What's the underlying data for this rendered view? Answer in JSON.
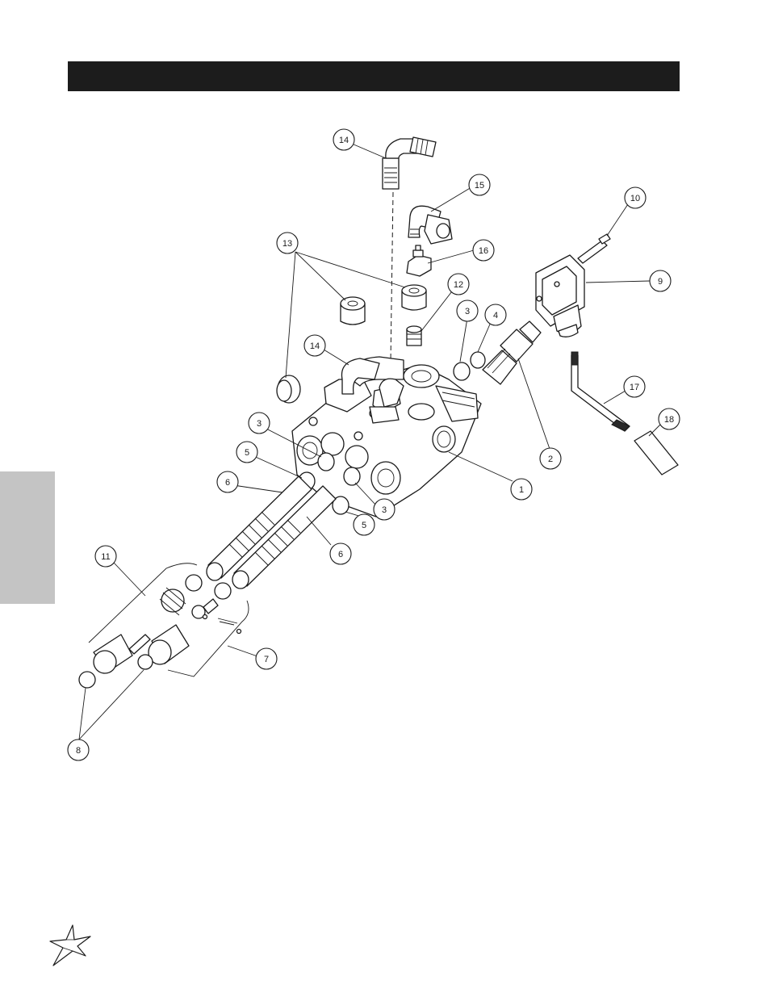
{
  "header": {
    "title": ""
  },
  "callouts": [
    {
      "label": "14"
    },
    {
      "label": "15"
    },
    {
      "label": "10"
    },
    {
      "label": "13"
    },
    {
      "label": "16"
    },
    {
      "label": "9"
    },
    {
      "label": "12"
    },
    {
      "label": "3"
    },
    {
      "label": "4"
    },
    {
      "label": "14"
    },
    {
      "label": "17"
    },
    {
      "label": "3"
    },
    {
      "label": "18"
    },
    {
      "label": "5"
    },
    {
      "label": "2"
    },
    {
      "label": "6"
    },
    {
      "label": "1"
    },
    {
      "label": "3"
    },
    {
      "label": "5"
    },
    {
      "label": "6"
    },
    {
      "label": "11"
    },
    {
      "label": "7"
    },
    {
      "label": "8"
    }
  ],
  "logo": {
    "icon": "star-burst-icon"
  },
  "colors": {
    "header": "#1c1c1c",
    "side_tab": "#c4c4c4",
    "line": "#1a1a1a"
  }
}
